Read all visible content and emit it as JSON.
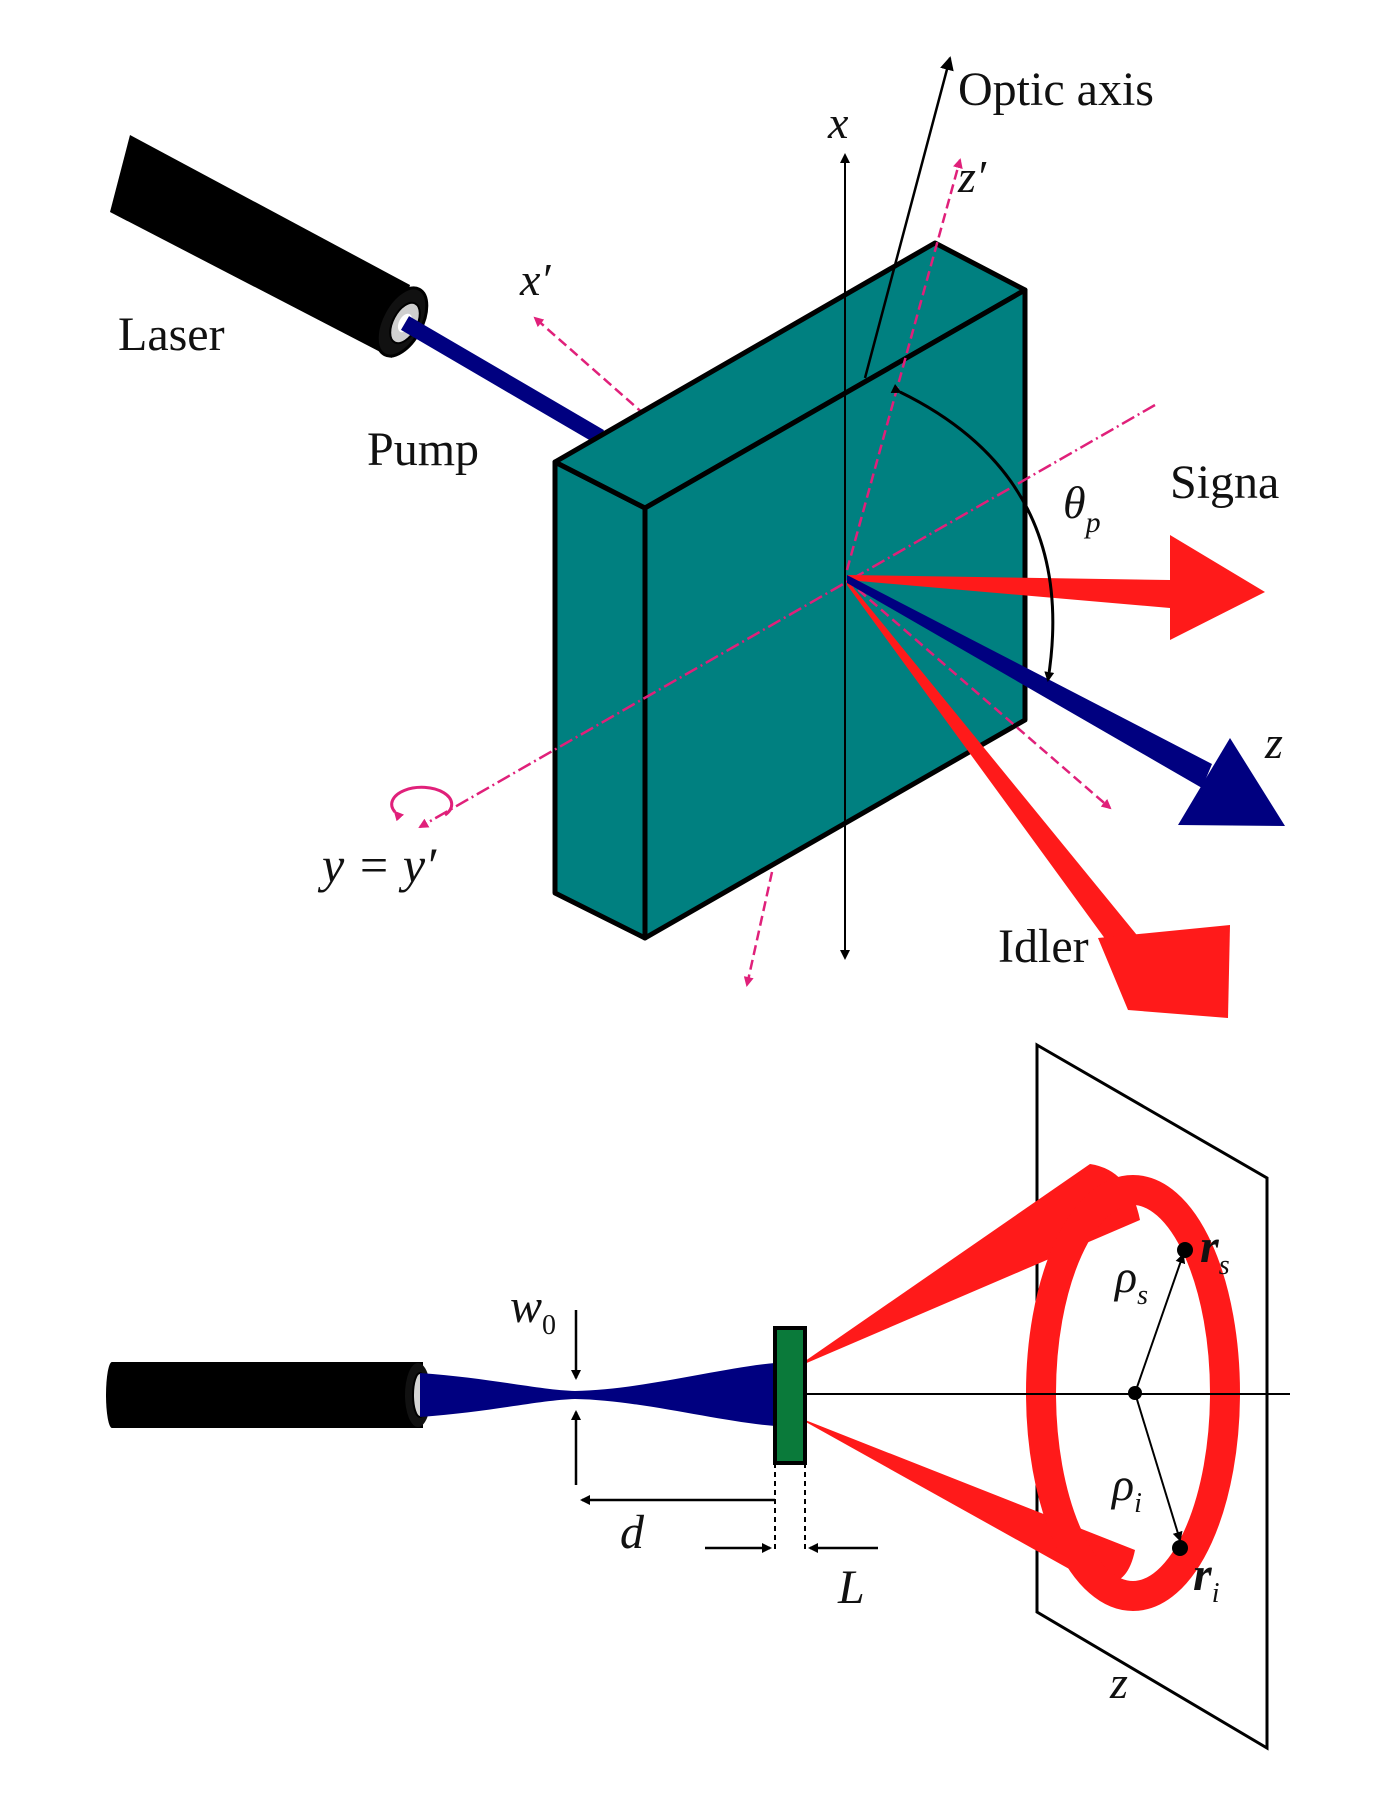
{
  "top_panel": {
    "labels": {
      "laser": "Laser",
      "pump": "Pump",
      "optic_axis": "Optic axis",
      "signal": "Signa",
      "idler": "Idler",
      "x": "x",
      "x_prime": "x′",
      "z_prime": "z′",
      "z": "z",
      "y_eq": "y = y′",
      "theta": "θ",
      "theta_sub": "p"
    }
  },
  "bottom_panel": {
    "labels": {
      "w": "w",
      "w_sub": "0",
      "d": "d",
      "L": "L",
      "rho_s": "ρ",
      "rho_s_sub": "s",
      "rho_i": "ρ",
      "rho_i_sub": "i",
      "r_s": "r",
      "r_s_sub": "s",
      "r_i": "r",
      "r_i_sub": "i",
      "z": "z"
    }
  },
  "colors": {
    "crystal": "#008080",
    "crystal_green": "#0a7a3a",
    "pump": "#000080",
    "photon": "#ff1a1a",
    "axis_dashed": "#e0207a",
    "laser_body": "#000000"
  }
}
